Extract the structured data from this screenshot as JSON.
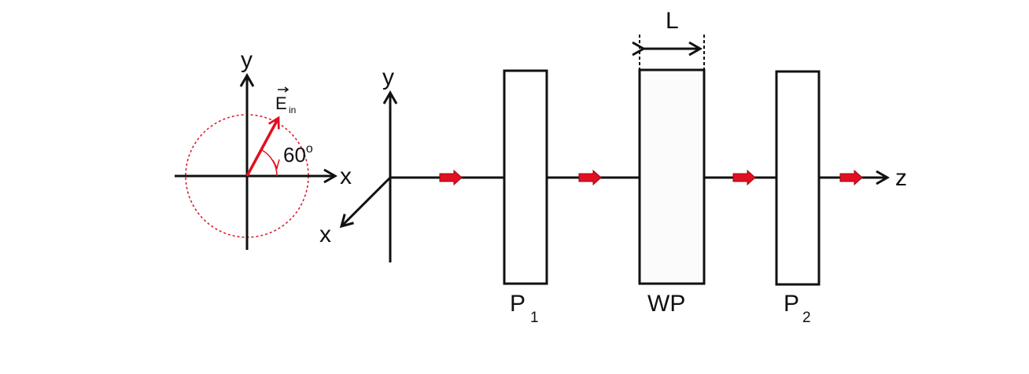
{
  "colors": {
    "line": "#111111",
    "accent_red": "#e01020",
    "element_fill": "#ffffff",
    "waveplate_fill": "#fbfbfb"
  },
  "inset": {
    "axis_y_label": "y",
    "axis_x_label": "x",
    "field_label_main": "E",
    "field_label_sub": "in",
    "angle_label": "60",
    "angle_sup": "o"
  },
  "setup": {
    "axis_y_label": "y",
    "axis_x_label": "x",
    "axis_z_label": "z",
    "length_label": "L",
    "elements": [
      {
        "name": "polarizer-1",
        "label_main": "P",
        "label_sub": "1"
      },
      {
        "name": "waveplate",
        "label_main": "WP",
        "label_sub": ""
      },
      {
        "name": "polarizer-2",
        "label_main": "P",
        "label_sub": "2"
      }
    ]
  },
  "icons": {
    "beam_arrow": "red-beam-arrow-icon",
    "field_vector": "field-vector-arrow-icon"
  }
}
